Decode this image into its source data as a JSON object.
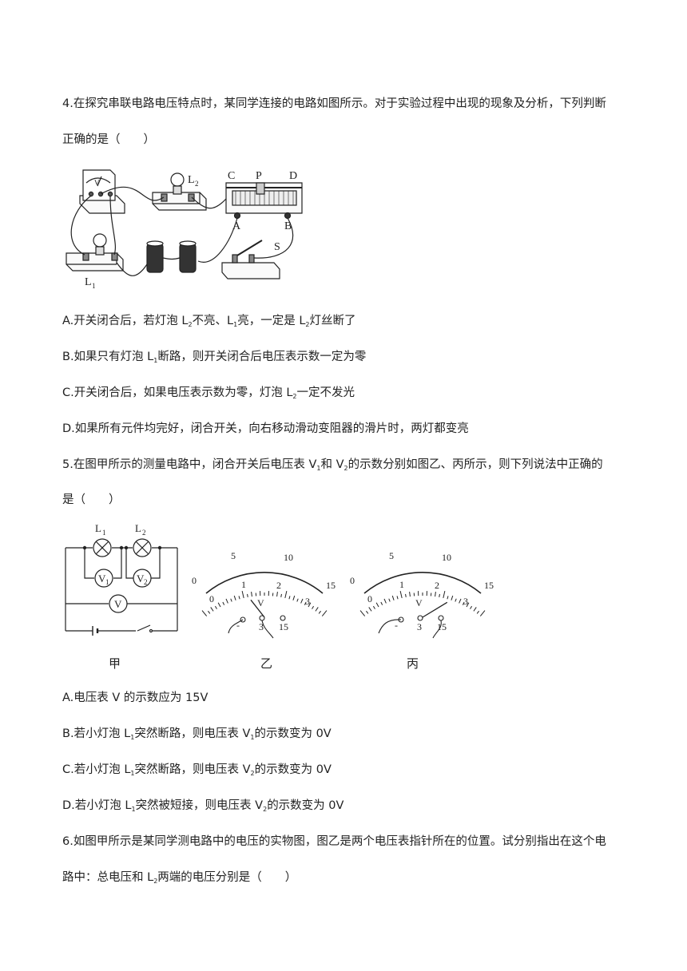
{
  "q4": {
    "stem_line1": "4.在探究串联电路电压特点时，某同学连接的电路如图所示。对于实验过程中出现的现象及分析，下列判断",
    "stem_line2": "正确的是（　　）",
    "figure_labels": {
      "L2": "L",
      "L2_sub": "2",
      "L1": "L",
      "L1_sub": "1",
      "C": "C",
      "P": "P",
      "D": "D",
      "A": "A",
      "B": "B",
      "S": "S",
      "meter": "V"
    },
    "options": {
      "A": {
        "p1": "A.开关闭合后，若灯泡 L",
        "s1": "2",
        "p2": "不亮、L",
        "s2": "1",
        "p3": "亮，一定是 L",
        "s3": "2",
        "p4": "灯丝断了"
      },
      "B": {
        "p1": "B.如果只有灯泡 L",
        "s1": "1",
        "p2": "断路，则开关闭合后电压表示数一定为零"
      },
      "C": {
        "p1": "C.开关闭合后，如果电压表示数为零，灯泡 L",
        "s1": "2",
        "p2": "一定不发光"
      },
      "D": {
        "text": "D.如果所有元件均完好，闭合开关，向右移动滑动变阻器的滑片时，两灯都变亮"
      }
    }
  },
  "q5": {
    "stem_p1": "5.在图甲所示的测量电路中，闭合开关后电压表 V",
    "stem_s1": "1",
    "stem_p2": "和 V",
    "stem_s2": "2",
    "stem_p3": "的示数分别如图乙、丙所示，则下列说法中正确的",
    "stem_line2": "是（　　）",
    "circuit": {
      "L1": "L",
      "L1_sub": "1",
      "L2": "L",
      "L2_sub": "2",
      "V1": "V",
      "V1_sub": "1",
      "V2": "V",
      "V2_sub": "2",
      "V": "V"
    },
    "meter_scale": {
      "outer": [
        "0",
        "5",
        "10",
        "15"
      ],
      "inner": [
        "0",
        "1",
        "2",
        "3"
      ],
      "unit": "V",
      "terminals": [
        "-",
        "3",
        "15"
      ]
    },
    "meter_yi_needle_big_scale": 5.8,
    "meter_bing_needle_big_scale": 10.6,
    "captions": {
      "jia": "甲",
      "yi": "乙",
      "bing": "丙"
    },
    "options": {
      "A": {
        "text": "A.电压表 V 的示数应为 15V"
      },
      "B": {
        "p1": "B.若小灯泡 L",
        "s1": "1",
        "p2": "突然断路，则电压表 V",
        "s2": "1",
        "p3": "的示数变为 0V"
      },
      "C": {
        "p1": "C.若小灯泡 L",
        "s1": "1",
        "p2": "突然断路，则电压表 V",
        "s2": "2",
        "p3": "的示数变为 0V"
      },
      "D": {
        "p1": "D.若小灯泡 L",
        "s1": "1",
        "p2": "突然被短接，则电压表 V",
        "s2": "2",
        "p3": "的示数变为 0V"
      }
    }
  },
  "q6": {
    "stem_line1": "6.如图甲所示是某同学测电路中的电压的实物图，图乙是两个电压表指针所在的位置。试分别指出在这个电",
    "stem_p1": "路中：总电压和 L",
    "stem_s1": "2",
    "stem_p2": "两端的电压分别是（　　）"
  }
}
